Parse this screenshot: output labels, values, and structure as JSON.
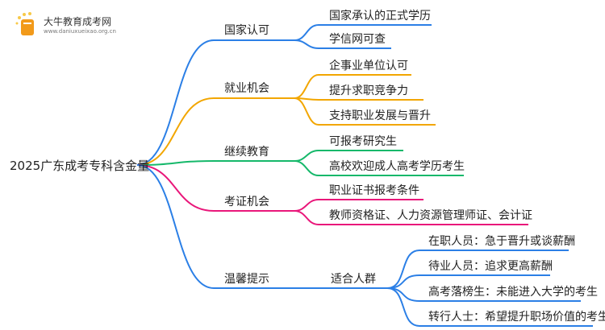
{
  "logo": {
    "name": "大牛教育成考网",
    "url": "www.daniuxueixao.org.cn"
  },
  "root": "2025广东成考专科含金量",
  "colors": {
    "blue": "#2b7fe6",
    "orange": "#f2a600",
    "green": "#15b86a",
    "pink": "#e9177a"
  },
  "branches": [
    {
      "label": "国家认可",
      "children": [
        "国家承认的正式学历",
        "学信网可查"
      ]
    },
    {
      "label": "就业机会",
      "children": [
        "企事业单位认可",
        "提升求职竞争力",
        "支持职业发展与晋升"
      ]
    },
    {
      "label": "继续教育",
      "children": [
        "可报考研究生",
        "高校欢迎成人高考学历考生"
      ]
    },
    {
      "label": "考证机会",
      "children": [
        "职业证书报考条件",
        "教师资格证、人力资源管理师证、会计证"
      ]
    },
    {
      "label": "温馨提示",
      "children": [
        "适合人群"
      ],
      "sub": [
        "在职人员：急于晋升或谈薪酬",
        "待业人员：追求更高薪酬",
        "高考落榜生：未能进入大学的考生",
        "转行人士：希望提升职场价值的考生"
      ]
    }
  ]
}
